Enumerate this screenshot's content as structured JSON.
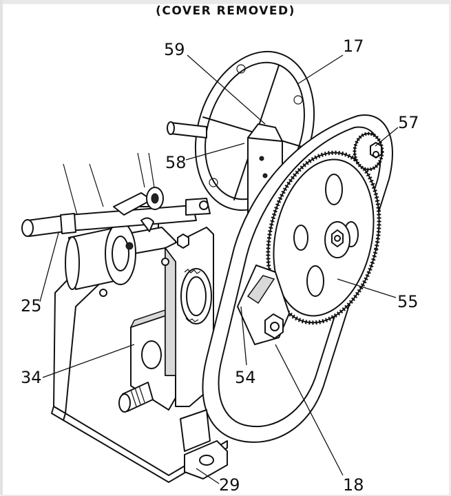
{
  "caption": "(COVER REMOVED)",
  "callouts": {
    "c59": "59",
    "c17": "17",
    "c57": "57",
    "c58": "58",
    "c25": "25",
    "c55": "55",
    "c34": "34",
    "c54": "54",
    "c29": "29",
    "c18": "18"
  }
}
